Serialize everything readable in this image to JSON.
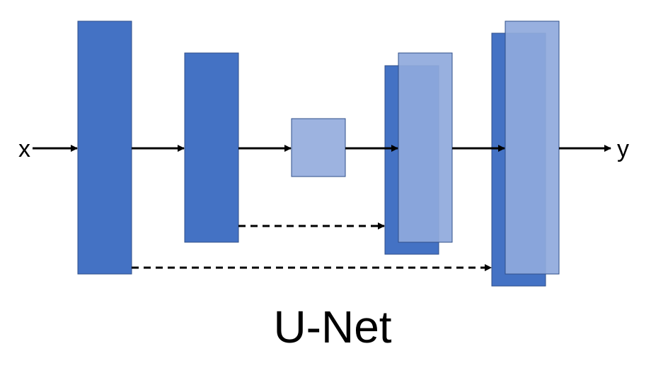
{
  "diagram": {
    "title": "U-Net",
    "input_label": "x",
    "output_label": "y"
  },
  "colors": {
    "encoder_block": "#4472C4",
    "bottleneck_block": "#9DB3E0",
    "upsampled_block": "#8FA9DC",
    "arrow": "#000000"
  }
}
